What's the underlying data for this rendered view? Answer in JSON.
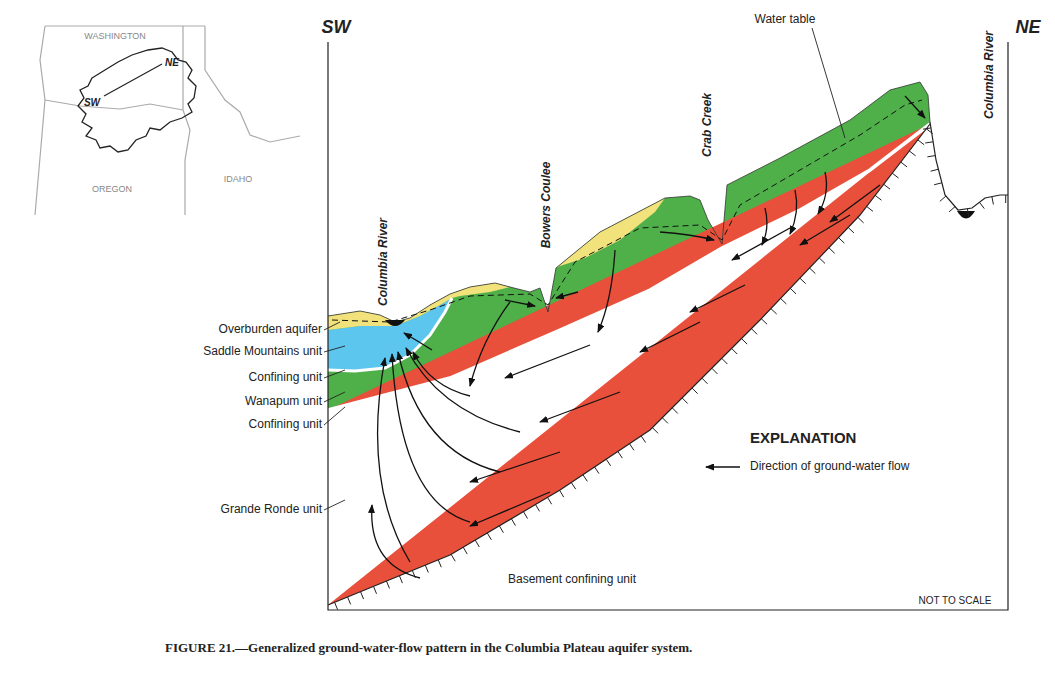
{
  "diagram": {
    "caption": "FIGURE 21.—Generalized ground-water-flow pattern in the Columbia Plateau aquifer system.",
    "labels": [
      "SW",
      "NE",
      "WASHINGTON",
      "OREGON",
      "IDAHO",
      "NE",
      "SW",
      "Columbia River",
      "Bowers Coulee",
      "Crab Creek",
      "Water table",
      "Columbia River",
      "Overburden aquifer",
      "Saddle Mountains unit",
      "Confining unit",
      "Wanapum unit",
      "Confining unit",
      "Grande Ronde unit",
      "EXPLANATION",
      "Basement confining unit",
      "NOT TO SCALE"
    ],
    "legend": [
      {
        "text": "Direction of ground-water flow"
      }
    ]
  }
}
